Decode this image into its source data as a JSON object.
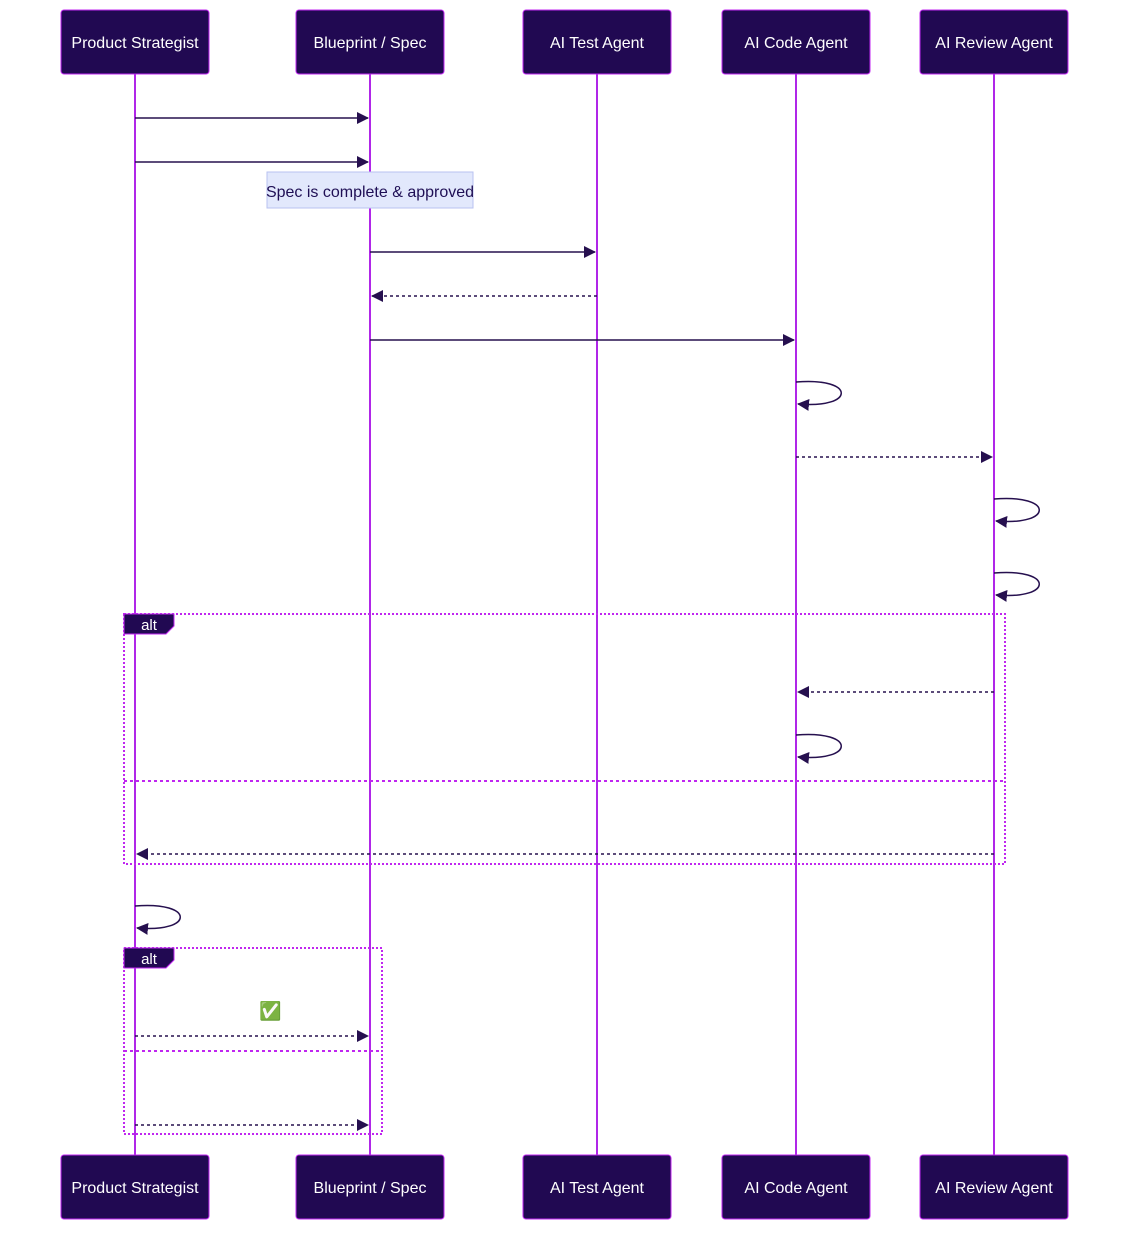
{
  "colors": {
    "actor_fill": "#210952",
    "actor_border": "#c026f0",
    "lifeline": "#b026e8",
    "arrow": "#26104f",
    "note_fill": "#e2e8fc",
    "note_border": "#b8c2f0",
    "fragment_border": "#c026f0"
  },
  "participants": [
    {
      "id": "ps",
      "label": "Product Strategist"
    },
    {
      "id": "bp",
      "label": "Blueprint / Spec"
    },
    {
      "id": "test",
      "label": "AI Test Agent"
    },
    {
      "id": "code",
      "label": "AI Code Agent"
    },
    {
      "id": "review",
      "label": "AI Review Agent"
    }
  ],
  "note": {
    "text": "Spec is complete & approved",
    "over": "bp"
  },
  "messages": [
    {
      "from": "ps",
      "to": "bp",
      "style": "solid"
    },
    {
      "from": "ps",
      "to": "bp",
      "style": "solid"
    },
    {
      "from": "bp",
      "to": "test",
      "style": "solid"
    },
    {
      "from": "test",
      "to": "bp",
      "style": "dashed"
    },
    {
      "from": "bp",
      "to": "code",
      "style": "solid"
    },
    {
      "from": "code",
      "to": "code",
      "style": "self"
    },
    {
      "from": "code",
      "to": "review",
      "style": "dashed"
    },
    {
      "from": "review",
      "to": "review",
      "style": "self"
    },
    {
      "from": "review",
      "to": "review",
      "style": "self"
    },
    {
      "from": "review",
      "to": "code",
      "style": "dashed"
    },
    {
      "from": "code",
      "to": "code",
      "style": "self"
    },
    {
      "from": "review",
      "to": "ps",
      "style": "dashed"
    },
    {
      "from": "ps",
      "to": "ps",
      "style": "self"
    },
    {
      "from": "ps",
      "to": "bp",
      "style": "dashed"
    },
    {
      "from": "ps",
      "to": "bp",
      "style": "dashed"
    }
  ],
  "fragments": [
    {
      "label": "alt"
    },
    {
      "label": "alt",
      "emoji": "✅"
    }
  ]
}
